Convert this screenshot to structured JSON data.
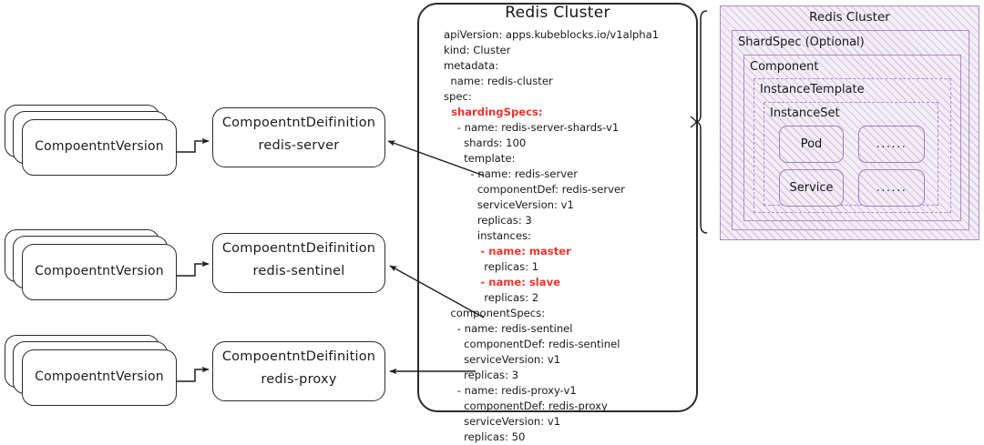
{
  "left_column": {
    "stacks": [
      {
        "label": "CompoentntVersion"
      },
      {
        "label": "CompoentntVersion"
      },
      {
        "label": "CompoentntVersion"
      }
    ],
    "definitions": [
      {
        "title": "CompoentntDeifinition",
        "subtitle": "redis-server"
      },
      {
        "title": "CompoentntDeifinition",
        "subtitle": "redis-sentinel"
      },
      {
        "title": "CompoentntDeifinition",
        "subtitle": "redis-proxy"
      }
    ]
  },
  "yaml_card": {
    "title": "Redis Cluster",
    "lines": [
      {
        "text": "apiVersion: apps.kubeblocks.io/v1alpha1",
        "highlight": false
      },
      {
        "text": "kind: Cluster",
        "highlight": false
      },
      {
        "text": "metadata:",
        "highlight": false
      },
      {
        "text": "  name: redis-cluster",
        "highlight": false
      },
      {
        "text": "spec:",
        "highlight": false
      },
      {
        "text": "  shardingSpecs:",
        "highlight": true
      },
      {
        "text": "    - name: redis-server-shards-v1",
        "highlight": false
      },
      {
        "text": "      shards: 100",
        "highlight": false
      },
      {
        "text": "      template:",
        "highlight": false
      },
      {
        "text": "        - name: redis-server",
        "highlight": false
      },
      {
        "text": "          componentDef: redis-server",
        "highlight": false
      },
      {
        "text": "          serviceVersion: v1",
        "highlight": false
      },
      {
        "text": "          replicas: 3",
        "highlight": false
      },
      {
        "text": "          instances:",
        "highlight": false
      },
      {
        "text": "          - name: master",
        "highlight": true
      },
      {
        "text": "            replicas: 1",
        "highlight": false
      },
      {
        "text": "          - name: slave",
        "highlight": true
      },
      {
        "text": "            replicas: 2",
        "highlight": false
      },
      {
        "text": "  componentSpecs:",
        "highlight": false
      },
      {
        "text": "    - name: redis-sentinel",
        "highlight": false
      },
      {
        "text": "      componentDef: redis-sentinel",
        "highlight": false
      },
      {
        "text": "      serviceVersion: v1",
        "highlight": false
      },
      {
        "text": "      replicas: 3",
        "highlight": false
      },
      {
        "text": "    - name: redis-proxy-v1",
        "highlight": false
      },
      {
        "text": "      componentDef: redis-proxy",
        "highlight": false
      },
      {
        "text": "      serviceVersion: v1",
        "highlight": false
      },
      {
        "text": "      replicas: 50",
        "highlight": false
      }
    ],
    "highlight_color": "#f0332e"
  },
  "right_panel": {
    "root_label": "Redis Cluster",
    "shard_label": "ShardSpec  (Optional)",
    "component_label": "Component",
    "instance_template_label": "InstanceTemplate",
    "instance_set_label": "InstanceSet",
    "leaves": [
      {
        "label": "Pod"
      },
      {
        "label": "......"
      },
      {
        "label": "Service"
      },
      {
        "label": "......"
      }
    ],
    "accent_color": "#a98fc4",
    "fill_color": "#f3eef7"
  }
}
